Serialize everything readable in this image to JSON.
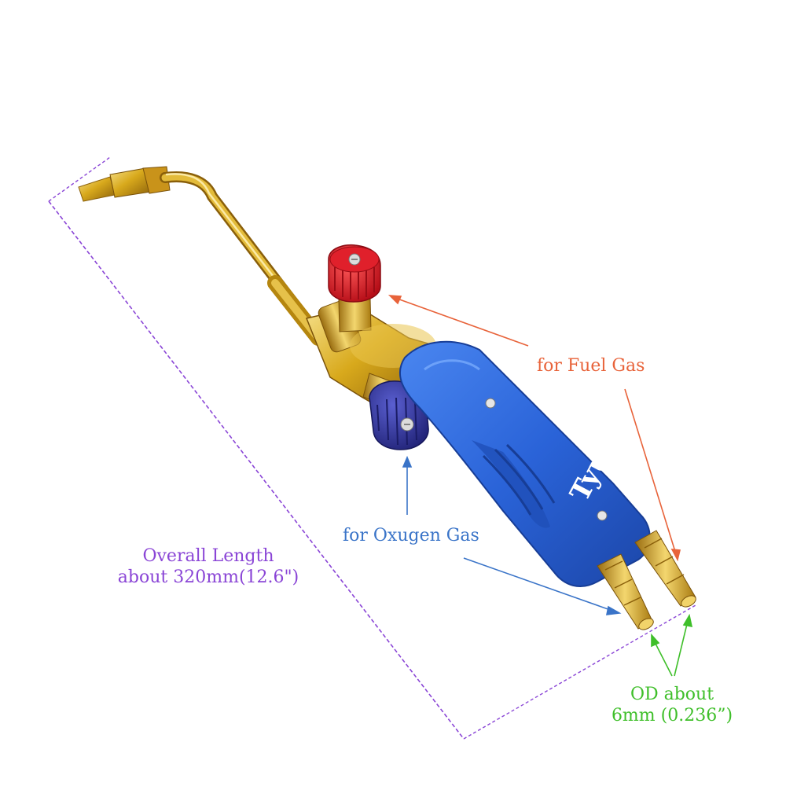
{
  "annotations": {
    "fuel_gas": "for Fuel Gas",
    "oxygen_gas": "for Oxugen Gas",
    "length_line1": "Overall Length",
    "length_line2": "about 320mm(12.6\")",
    "od_line1": "OD about",
    "od_line2": "6mm (0.236”)",
    "brand_text": "Tyu"
  },
  "colors": {
    "fuel": "#e8633a",
    "oxygen": "#3a74c8",
    "length": "#8a45d6",
    "od": "#3fbf2a",
    "handle_blue": "#2a63d8",
    "brass": "#d8a91c",
    "red_knob": "#d61522",
    "blue_knob": "#3134a2"
  }
}
